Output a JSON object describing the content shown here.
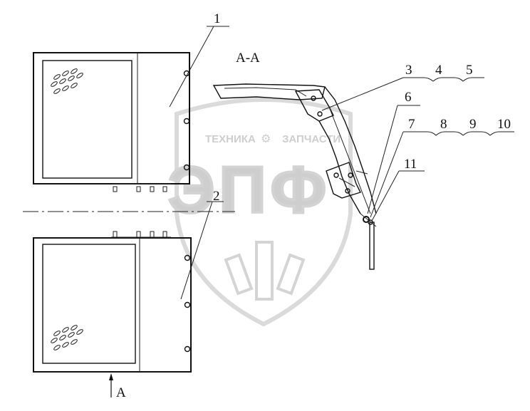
{
  "section_title": "А-А",
  "view_label": "А",
  "callouts": {
    "c1": "1",
    "c2": "2",
    "c3": "3",
    "c4": "4",
    "c5": "5",
    "c6": "6",
    "c7": "7",
    "c8": "8",
    "c9": "9",
    "c10": "10",
    "c11": "11"
  },
  "watermark": {
    "line1": "ТЕХНИКА",
    "line2": "ЗАПЧАСТИ",
    "logo": "ЭПФ"
  },
  "colors": {
    "line": "#111111",
    "watermark": "#c9c9c9",
    "background": "#ffffff"
  }
}
